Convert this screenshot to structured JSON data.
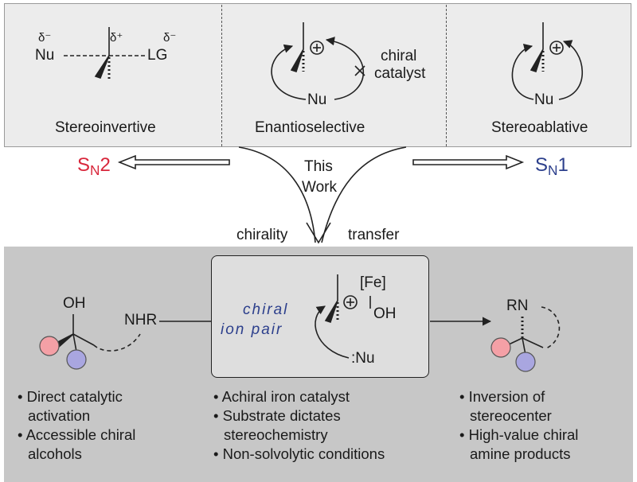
{
  "top_panel": {
    "stereoinvertive": {
      "nu": "Nu",
      "lg": "LG",
      "delta_minus_left": "δ⁻",
      "delta_plus": "δ⁺",
      "delta_minus_right": "δ⁻",
      "caption": "Stereoinvertive"
    },
    "enantioselective": {
      "nu": "Nu",
      "plus": "+",
      "catalyst_line1": "chiral",
      "catalyst_line2": "catalyst",
      "caption": "Enantioselective"
    },
    "stereoablative": {
      "nu": "Nu",
      "plus": "+",
      "caption": "Stereoablative"
    }
  },
  "middle": {
    "sn2": {
      "s": "S",
      "sub": "N",
      "num": "2",
      "color": "#d8263b"
    },
    "sn1": {
      "s": "S",
      "sub": "N",
      "num": "1",
      "color": "#2c3f8c"
    },
    "this_line1": "This",
    "this_line2": "Work",
    "chirality": "chirality",
    "transfer": "transfer"
  },
  "bottom_panel": {
    "substrate": {
      "oh": "OH",
      "nhr": "NHR"
    },
    "ion_pair": {
      "label_line1": "chiral",
      "label_line2": "ion pair",
      "fe": "[Fe]",
      "oh": "OH",
      "plus": "+",
      "nu": ":Nu",
      "label_color": "#2c3f8c"
    },
    "product": {
      "rn": "RN"
    },
    "left_bullets": [
      "• Direct catalytic",
      "activation",
      "• Accessible chiral",
      "alcohols"
    ],
    "middle_bullets": [
      "• Achiral iron catalyst",
      "• Substrate dictates",
      "stereochemistry",
      "• Non-solvolytic conditions"
    ],
    "right_bullets": [
      "• Inversion of",
      "stereocenter",
      "• High-value chiral",
      "amine products"
    ]
  },
  "colors": {
    "red_ball": "#f4a0a6",
    "blue_ball": "#a9a6e0",
    "top_panel_bg": "#ececec",
    "bottom_panel_bg": "#c7c7c7"
  }
}
